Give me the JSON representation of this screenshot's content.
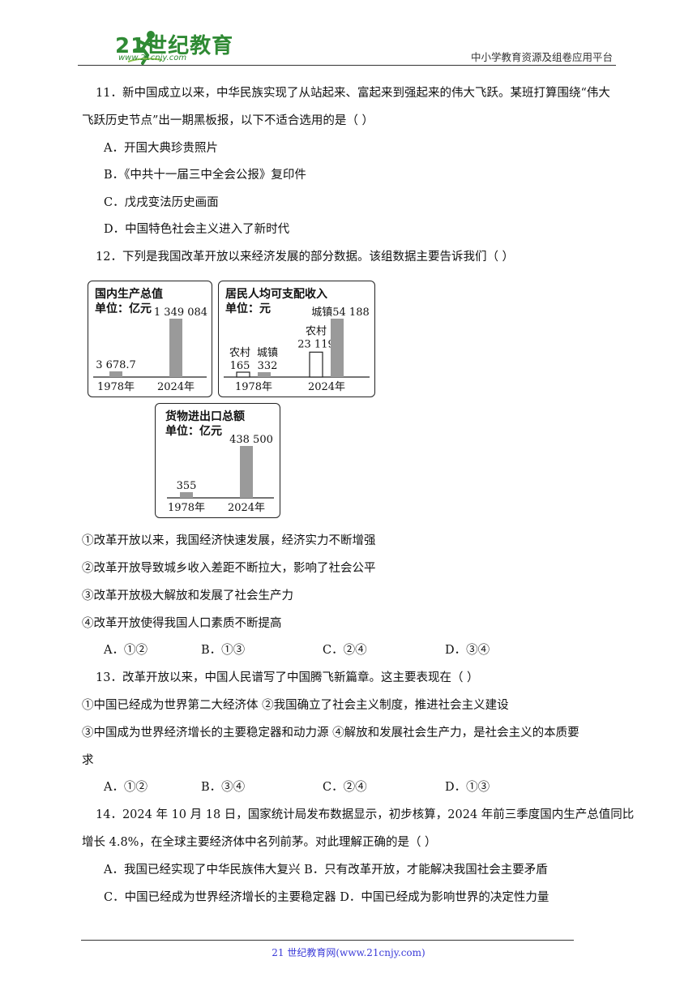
{
  "header": {
    "logo_text": "21世纪教育",
    "logo_url": "www.21cnjy.com",
    "right_text": "中小学教育资源及组卷应用平台"
  },
  "q11": {
    "stem_line1": "11．新中国成立以来，中华民族实现了从站起来、富起来到强起来的伟大飞跃。某班打算围绕“伟大",
    "stem_line2": "飞跃历史节点”出一期黑板报，以下不适合选用的是（    ）",
    "options": [
      "A．开国大典珍贵照片",
      "B．《中共十一届三中全会公报》复印件",
      "C．戊戌变法历史画面",
      "D．中国特色社会主义进入了新时代"
    ]
  },
  "q12": {
    "stem": "12．下列是我国改革开放以来经济发展的部分数据。该组数据主要告诉我们（    ）",
    "statements": [
      "①改革开放以来，我国经济快速发展，经济实力不断增强",
      "②改革开放导致城乡收入差距不断拉大，影响了社会公平",
      "③改革开放极大解放和发展了社会生产力",
      "④改革开放使得我国人口素质不断提高"
    ],
    "options": [
      "A．①②",
      "B．①③",
      "C．②④",
      "D．③④"
    ]
  },
  "q13": {
    "stem": "13．改革开放以来，中国人民谱写了中国腾飞新篇章。这主要表现在（    ）",
    "line1": "①中国已经成为世界第二大经济体        ②我国确立了社会主义制度，推进社会主义建设",
    "line2": "③中国成为世界经济增长的主要稳定器和动力源    ④解放和发展社会生产力，是社会主义的本质要",
    "line3": "求",
    "options": [
      "A．①②",
      "B．③④",
      "C．②④",
      "D．①③"
    ]
  },
  "q14": {
    "stem_line1": "14．2024 年 10 月 18 日，国家统计局发布数据显示，初步核算，2024 年前三季度国内生产总值同比",
    "stem_line2": "增长 4.8%，在全球主要经济体中名列前茅。对此理解正确的是（    ）",
    "option_line1": "A．我国已经实现了中华民族伟大复兴    B．只有改革开放，才能解决我国社会主要矛盾",
    "option_line2": "C．中国已经成为世界经济增长的主要稳定器  D．中国已经成为影响世界的决定性力量"
  },
  "footer": {
    "text": "21 世纪教育网(www.21cnjy.com)"
  },
  "chart_data": [
    {
      "type": "bar",
      "title": "国内生产总值",
      "unit": "单位：亿元",
      "categories": [
        "1978年",
        "2024年"
      ],
      "values": [
        3678.7,
        1349084
      ],
      "value_labels": [
        "3 678.7",
        "1 349 084"
      ]
    },
    {
      "type": "bar",
      "title": "居民人均可支配收入",
      "unit": "单位：元",
      "categories": [
        "1978年",
        "2024年"
      ],
      "series": [
        {
          "name": "农村",
          "values": [
            165,
            23119
          ],
          "value_labels": [
            "165",
            "23 119"
          ]
        },
        {
          "name": "城镇",
          "values": [
            332,
            54188
          ],
          "value_labels": [
            "332",
            "54 188"
          ]
        }
      ]
    },
    {
      "type": "bar",
      "title": "货物进出口总额",
      "unit": "单位：亿元",
      "categories": [
        "1978年",
        "2024年"
      ],
      "values": [
        355,
        438500
      ],
      "value_labels": [
        "355",
        "438 500"
      ]
    }
  ]
}
